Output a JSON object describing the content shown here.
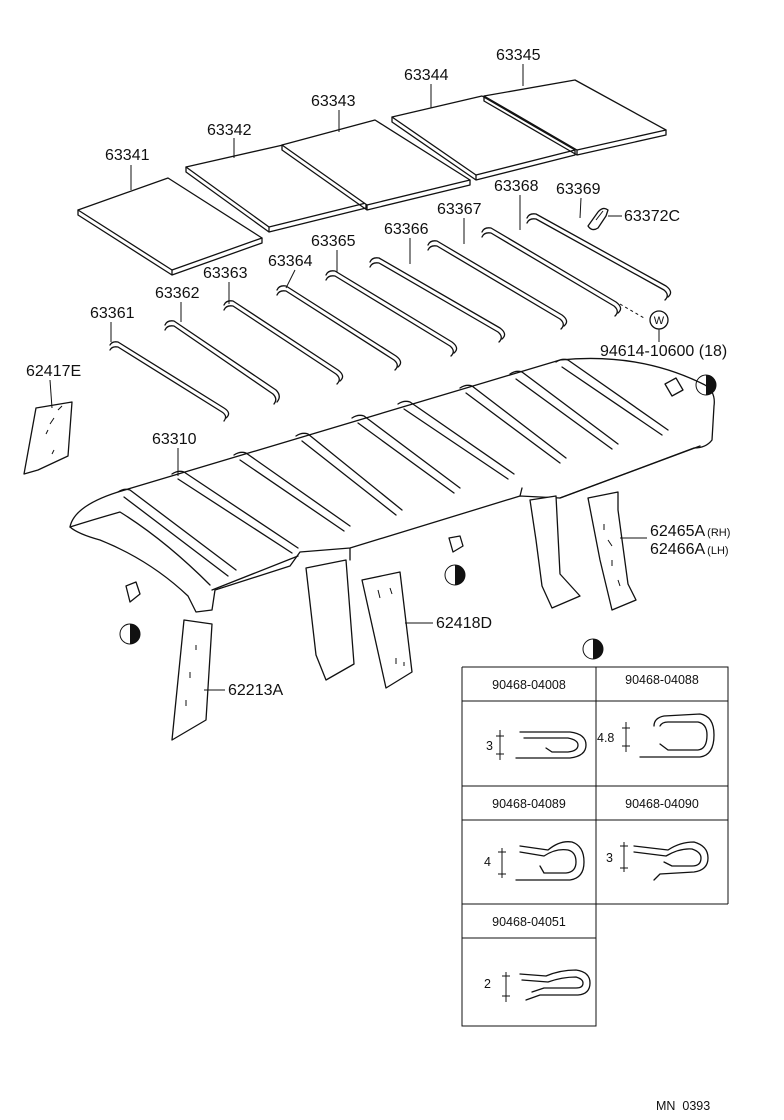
{
  "parts": {
    "panel_1": "63341",
    "panel_2": "63342",
    "panel_3": "63343",
    "panel_4": "63344",
    "panel_5": "63345",
    "bow_1": "63361",
    "bow_2": "63362",
    "bow_3": "63363",
    "bow_4": "63364",
    "bow_5": "63365",
    "bow_6": "63366",
    "bow_7": "63367",
    "bow_8": "63368",
    "bow_9": "63369",
    "clip_end": "63372C",
    "washer_code": "W",
    "washer": "94614-10600 (18)",
    "headlining": "63310",
    "trim_a": "62417E",
    "trim_b": "62465A",
    "trim_b_side": "(RH)",
    "trim_c": "62466A",
    "trim_c_side": "(LH)",
    "trim_d": "62418D",
    "trim_e": "62213A"
  },
  "clips_table": {
    "cells": [
      {
        "part": "90468-04008",
        "dimension": "3"
      },
      {
        "part": "90468-04088",
        "dimension": "4.8"
      },
      {
        "part": "90468-04089",
        "dimension": "4"
      },
      {
        "part": "90468-04090",
        "dimension": "3"
      },
      {
        "part": "90468-04051",
        "dimension": "2"
      }
    ]
  },
  "footer": {
    "code": "MN  0393"
  },
  "colors": {
    "ink": "#111111",
    "paper": "#ffffff"
  }
}
